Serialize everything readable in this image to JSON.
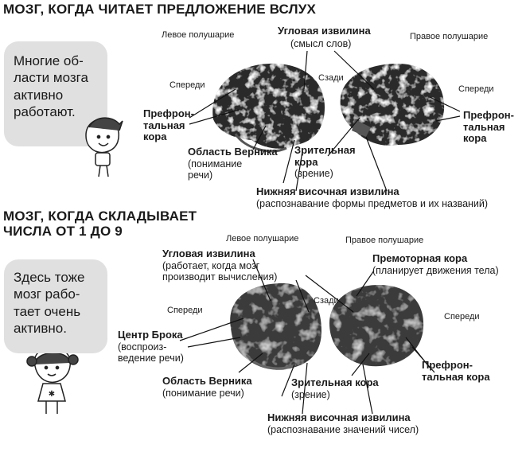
{
  "section1": {
    "heading": "МОЗГ, КОГДА ЧИТАЕТ ПРЕДЛОЖЕНИЕ ВСЛУХ",
    "bubble_lines": [
      "Многие об-",
      "ласти мозга",
      "активно",
      "работают."
    ],
    "left_hemisphere": "Левое полушарие",
    "right_hemisphere": "Правое полушарие",
    "front_left": "Спереди",
    "front_right": "Спереди",
    "back": "Сзади",
    "angular_gyrus": {
      "title": "Угловая извилина",
      "desc": "(смысл слов)"
    },
    "prefrontal_left": {
      "line1": "Префрон-",
      "line2": "тальная",
      "line3": "кора"
    },
    "prefrontal_right": {
      "line1": "Префрон-",
      "line2": "тальная",
      "line3": "кора"
    },
    "wernicke": {
      "title": "Область Верника",
      "desc1": "(понимание",
      "desc2": "речи)"
    },
    "visual_cortex": {
      "line1": "Зрительная",
      "line2": "кора",
      "desc": "(зрение)"
    },
    "inferior_temporal": {
      "title": "Нижняя височная извилина",
      "desc": "(распознавание формы предметов и их названий)"
    }
  },
  "section2": {
    "heading_line1": "МОЗГ, КОГДА СКЛАДЫВАЕТ",
    "heading_line2": "ЧИСЛА ОТ 1 ДО 9",
    "bubble_lines": [
      "Здесь тоже",
      "мозг рабо-",
      "тает очень",
      "активно."
    ],
    "left_hemisphere": "Левое полушарие",
    "right_hemisphere": "Правое полушарие",
    "front_left": "Спереди",
    "front_right": "Спереди",
    "back": "Сзади",
    "angular_gyrus": {
      "title": "Угловая извилина",
      "desc1": "(работает, когда мозг",
      "desc2": "производит вычисления)"
    },
    "premotor": {
      "title": "Премоторная кора",
      "desc": "(планирует движения тела)"
    },
    "broca": {
      "title": "Центр Брока",
      "desc1": "(воспроиз-",
      "desc2": "ведение речи)"
    },
    "wernicke": {
      "title": "Область Верника",
      "desc": "(понимание речи)"
    },
    "visual_cortex": {
      "title": "Зрительная кора",
      "desc": "(зрение)"
    },
    "prefrontal_right": {
      "line1": "Префрон-",
      "line2": "тальная кора"
    },
    "inferior_temporal": {
      "title": "Нижняя височная извилина",
      "desc": "(распознавание значений чисел)"
    }
  }
}
